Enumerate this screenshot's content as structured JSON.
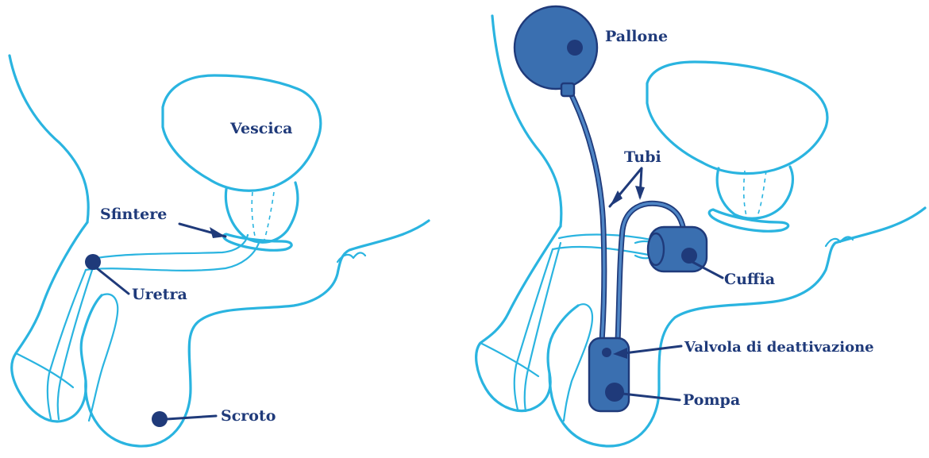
{
  "diagrams": [
    {
      "labels": {
        "bladder": "Vescica",
        "sphincter": "Sfintere",
        "urethra": "Uretra",
        "scrotum": "Scroto"
      }
    },
    {
      "labels": {
        "balloon": "Pallone",
        "tubes": "Tubi",
        "cuff": "Cuffia",
        "deactivation_valve": "Valvola di deattivazione",
        "pump": "Pompa"
      }
    }
  ],
  "colors": {
    "anatomy_outline": "#2ab4e0",
    "device": "#3a6fb0",
    "label_text": "#1f3a7a"
  }
}
